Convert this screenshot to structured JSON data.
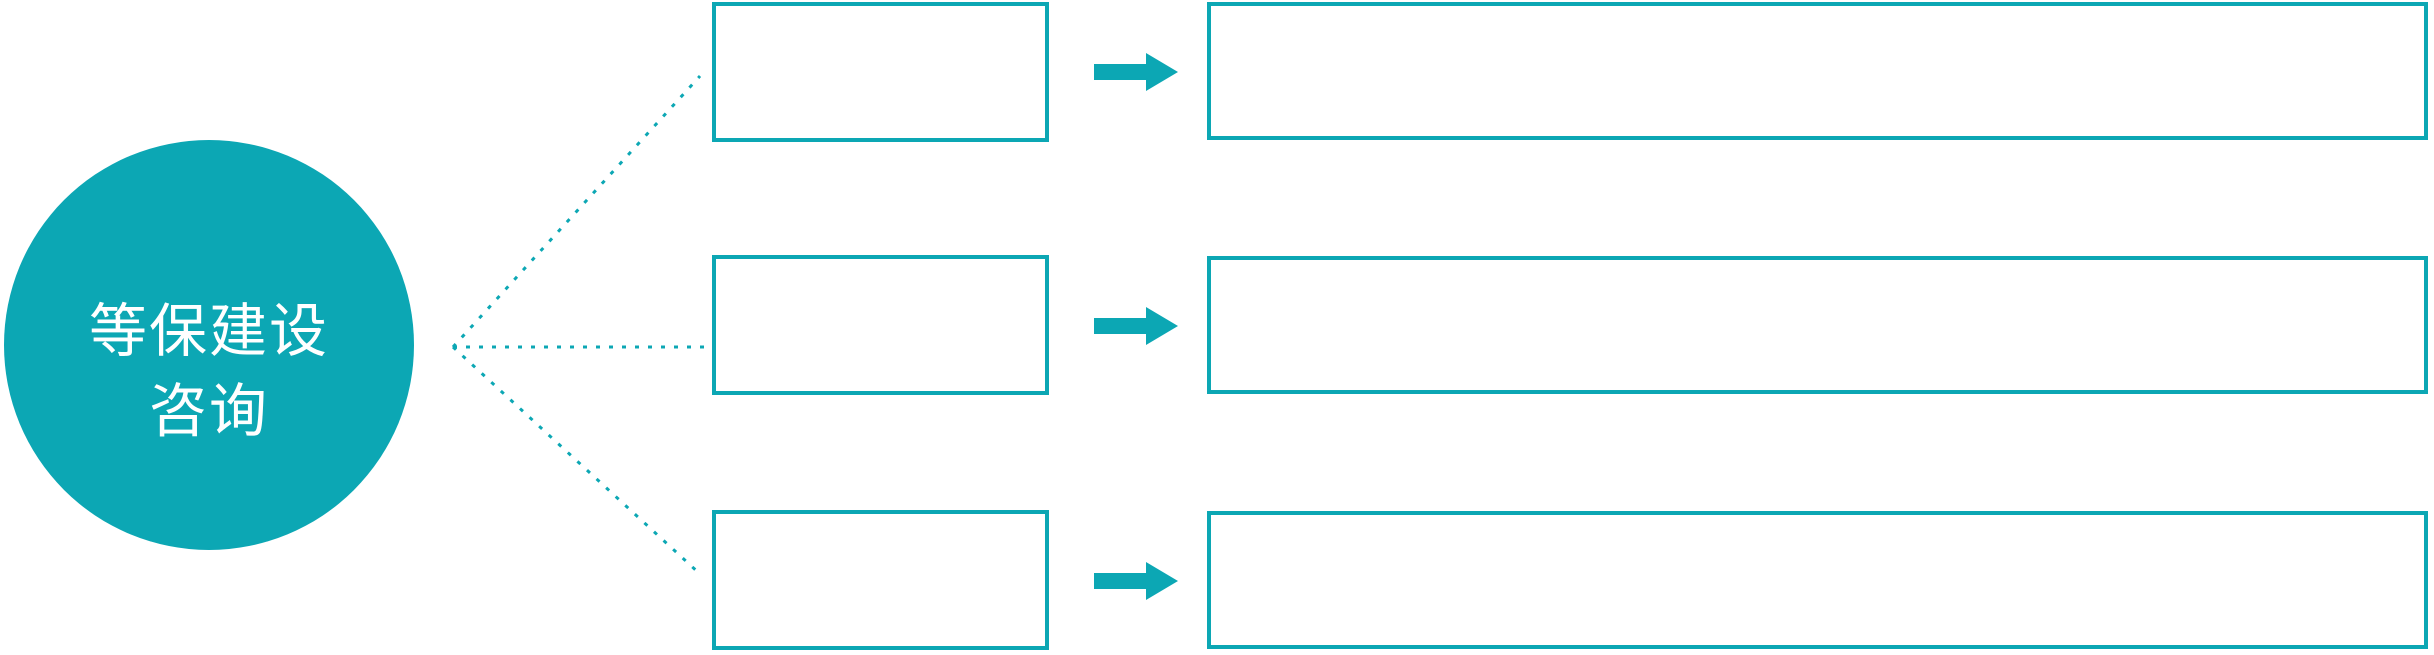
{
  "diagram": {
    "type": "hub-with-three-branches",
    "accent_color": "#0CA7B4",
    "background_color": "#FFFFFF",
    "hub": {
      "label_line1": "等保建设",
      "label_line2": "咨询",
      "text_color": "#FFFFFF"
    },
    "branches": [
      {
        "step_label": "",
        "detail_label": ""
      },
      {
        "step_label": "",
        "detail_label": ""
      },
      {
        "step_label": "",
        "detail_label": ""
      }
    ],
    "icons": {
      "arrow_right": "➡"
    }
  }
}
